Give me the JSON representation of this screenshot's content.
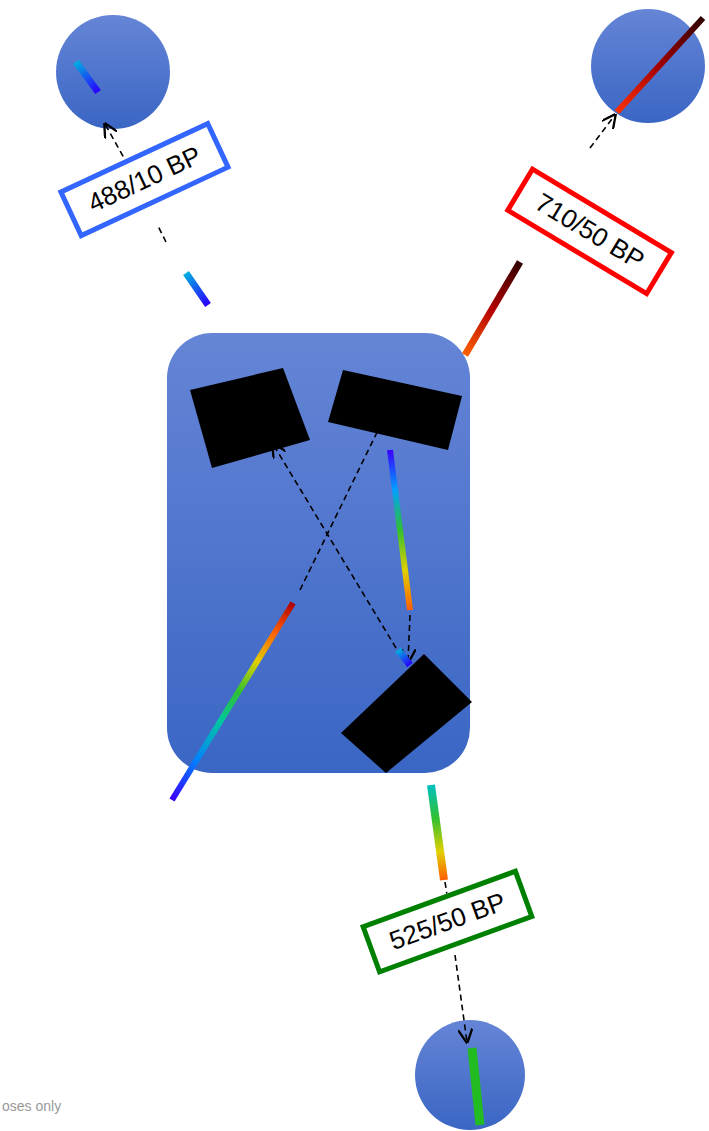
{
  "diagram": {
    "nodes": [
      {
        "text": [
          "488/10 BP"
        ]
      },
      {
        "text": [
          "710/50 BP"
        ]
      },
      {
        "text": [
          "525/50 BP"
        ]
      }
    ],
    "labels": [
      "oses only"
    ]
  }
}
